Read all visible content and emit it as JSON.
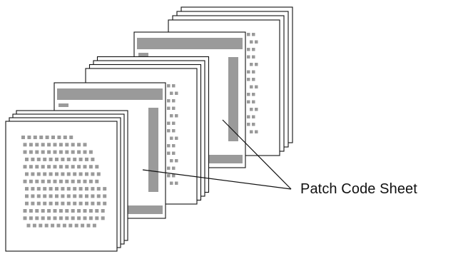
{
  "diagram": {
    "callout_label": "Patch Code Sheet",
    "colors": {
      "outline": "#111111",
      "dot": "#9a9a9a",
      "bar": "#9a9a9a",
      "paper": "#ffffff"
    },
    "stacks": [
      {
        "name": "document-stack-4",
        "kind": "patch-code"
      },
      {
        "name": "document-stack-3",
        "kind": "patch-code"
      },
      {
        "name": "document-stack-2",
        "kind": "patch-code"
      },
      {
        "name": "document-stack-1",
        "kind": "text-document"
      }
    ],
    "callout_targets": [
      "document-stack-3",
      "document-stack-2"
    ]
  }
}
